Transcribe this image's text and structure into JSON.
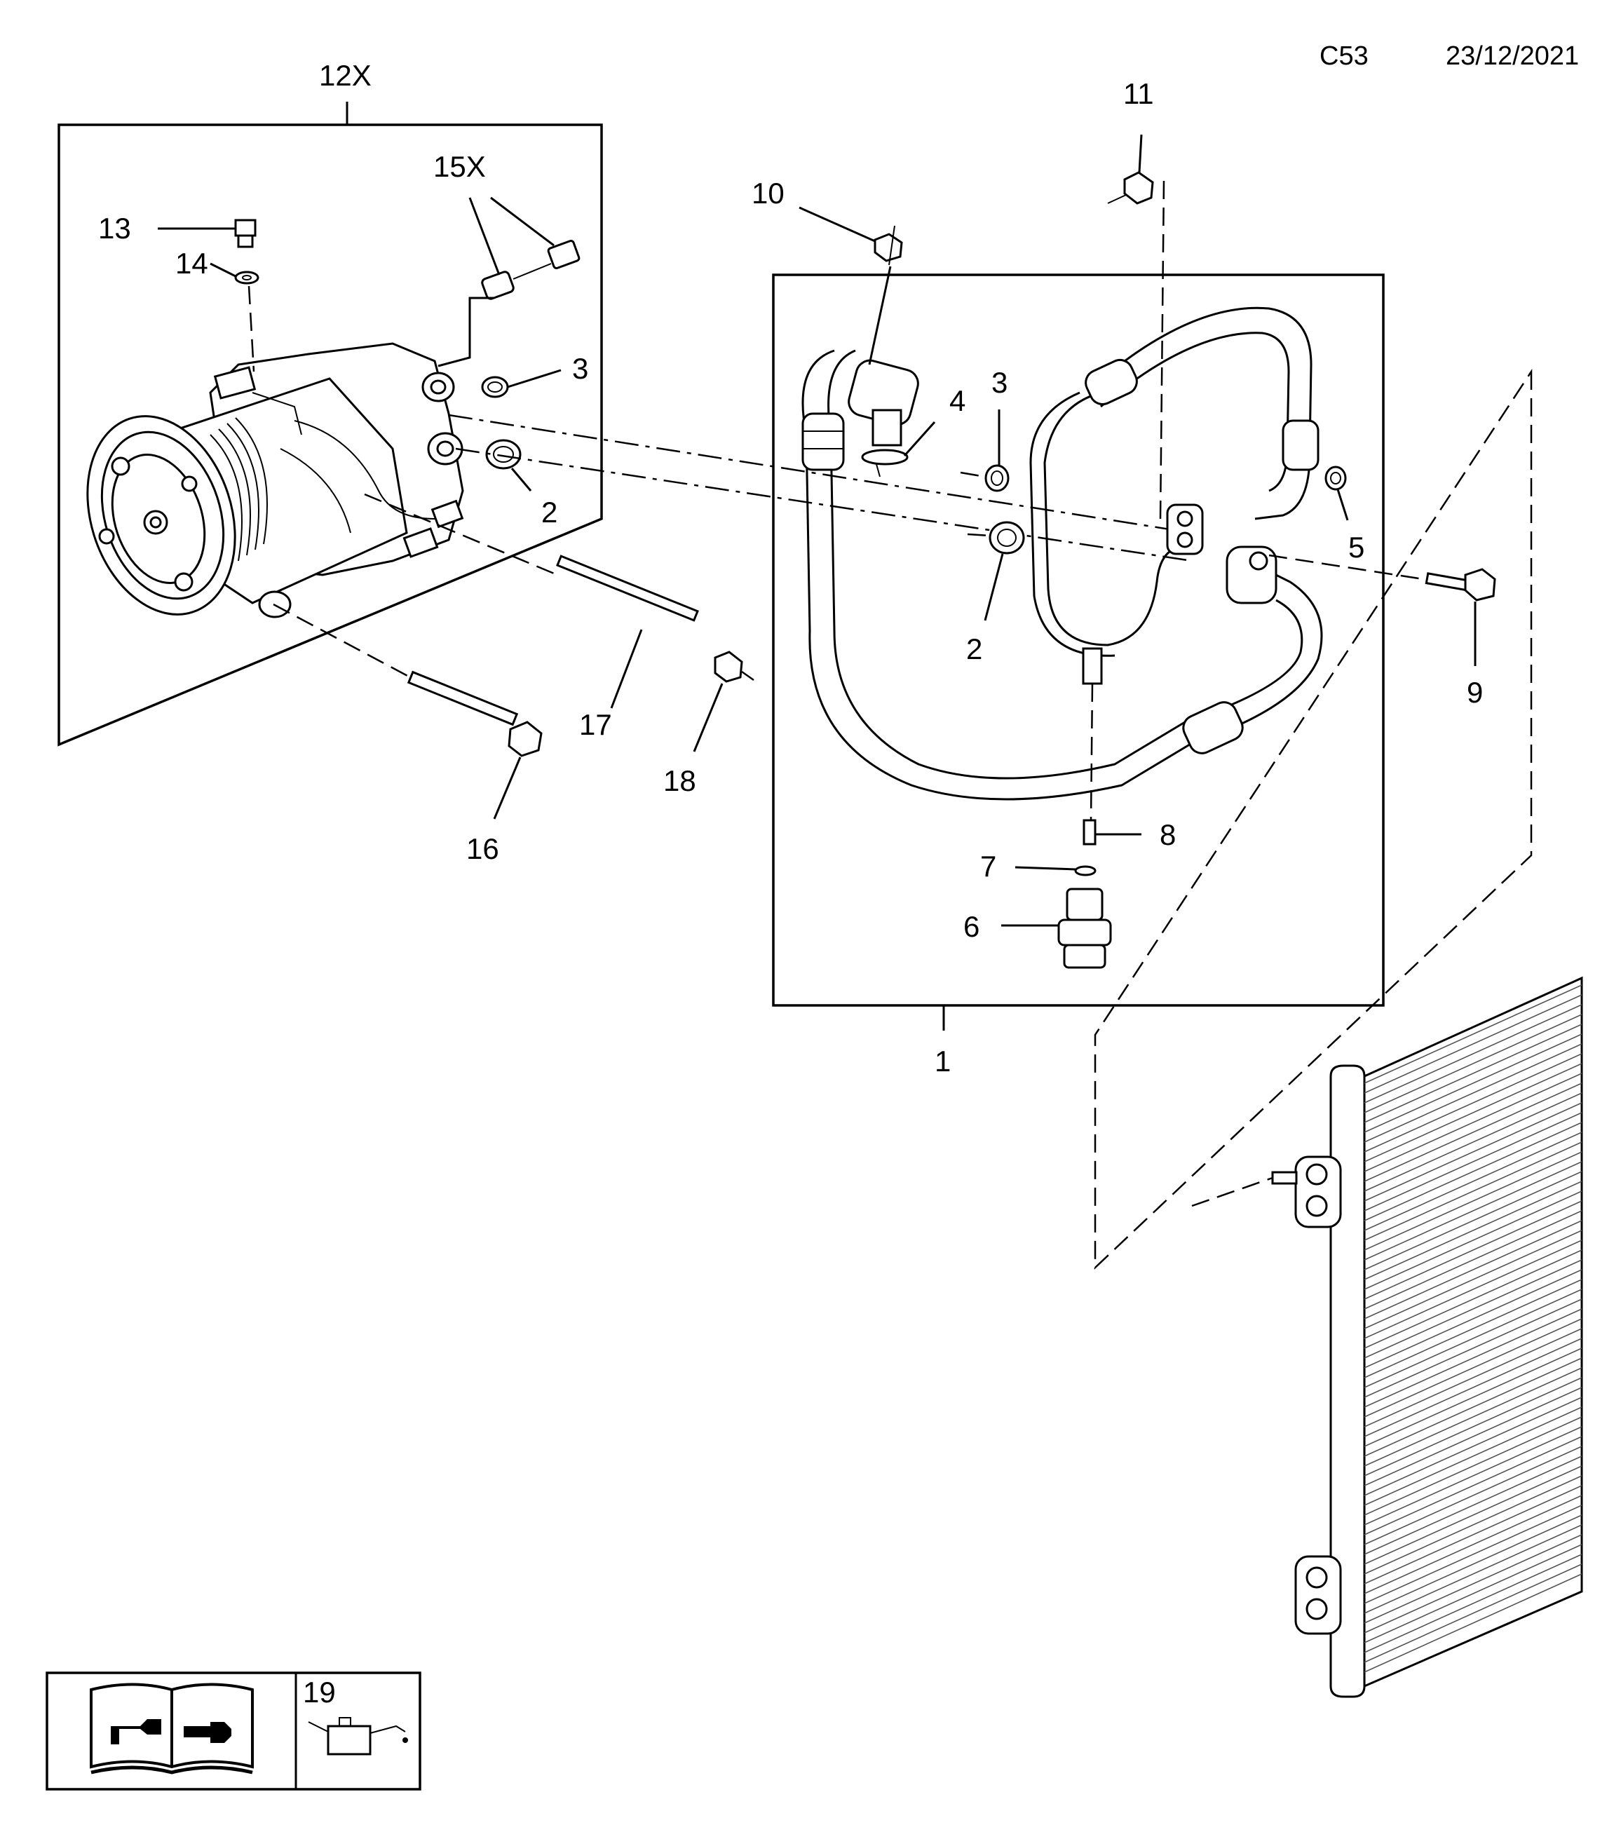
{
  "header": {
    "code": "C53",
    "date": "23/12/2021"
  },
  "callouts": [
    {
      "id": "12X",
      "text": "12X"
    },
    {
      "id": "15X",
      "text": "15X"
    },
    {
      "id": "13",
      "text": "13"
    },
    {
      "id": "14",
      "text": "14"
    },
    {
      "id": "3a",
      "text": "3"
    },
    {
      "id": "2a",
      "text": "2"
    },
    {
      "id": "10",
      "text": "10"
    },
    {
      "id": "11",
      "text": "11"
    },
    {
      "id": "4",
      "text": "4"
    },
    {
      "id": "3b",
      "text": "3"
    },
    {
      "id": "5",
      "text": "5"
    },
    {
      "id": "2b",
      "text": "2"
    },
    {
      "id": "9",
      "text": "9"
    },
    {
      "id": "17",
      "text": "17"
    },
    {
      "id": "18",
      "text": "18"
    },
    {
      "id": "16",
      "text": "16"
    },
    {
      "id": "8",
      "text": "8"
    },
    {
      "id": "7",
      "text": "7"
    },
    {
      "id": "6",
      "text": "6"
    },
    {
      "id": "1",
      "text": "1"
    }
  ],
  "legend": {
    "label": "19",
    "icons": [
      "manual-book-wrench-icon",
      "oil-can-icon"
    ]
  }
}
